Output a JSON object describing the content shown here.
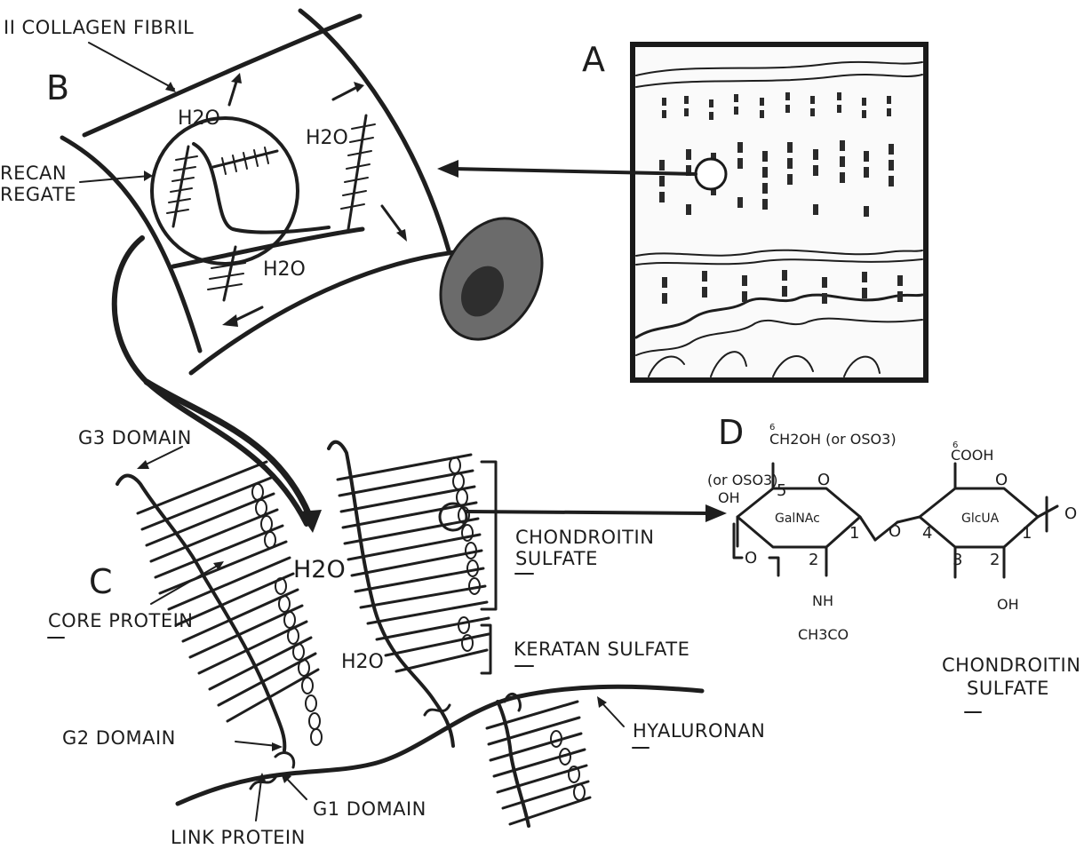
{
  "panels": {
    "a": "A",
    "b": "B",
    "c": "C",
    "d": "D"
  },
  "labels": {
    "collagen_fibril": "II COLLAGEN FIBRIL",
    "aggrecan_aggregate_line1": "RECAN",
    "aggrecan_aggregate_line2": "REGATE",
    "g3_domain": "G3 DOMAIN",
    "core_protein": "CORE PROTEIN",
    "g2_domain": "G2 DOMAIN",
    "g1_domain": "G1 DOMAIN",
    "link_protein": "LINK PROTEIN",
    "chondroitin_sulfate_line1": "CHONDROITIN",
    "chondroitin_sulfate_line2": "SULFATE",
    "keratan_sulfate": "KERATAN SULFATE",
    "hyaluronan": "HYALURONAN",
    "chondroitin_sulfate_title_line1": "CHONDROITIN",
    "chondroitin_sulfate_title_line2": "SULFATE"
  },
  "water": [
    "H2O",
    "H2O",
    "H2O",
    "H2O",
    "H2O"
  ],
  "chemistry": {
    "ch2oh": "CH2OH (or OSO3)",
    "cooh": "COOH",
    "or_oso3": "(or OSO3)",
    "oh_left": "OH",
    "galnac": "GalNAc",
    "glcua": "GlcUA",
    "nh": "NH",
    "ch3co": "CH3CO",
    "oh_bottom": "OH",
    "ring_oxygen_1": "O",
    "ring_oxygen_2": "O",
    "bridge_oxygen": "O",
    "left_oxygen": "O",
    "right_oxygen": "O",
    "pos_5": "5",
    "pos_1a": "1",
    "pos_2a": "2",
    "pos_4": "4",
    "pos_3": "3",
    "pos_2b": "2",
    "pos_1b": "1",
    "pos_6a": "6",
    "pos_6b": "6"
  }
}
